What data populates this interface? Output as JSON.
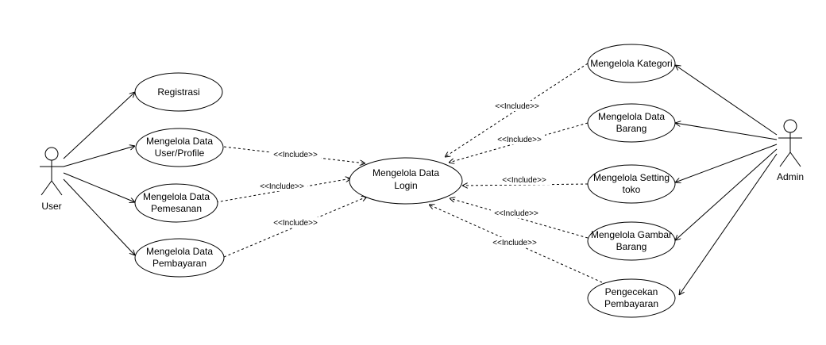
{
  "actors": {
    "user": {
      "label": "User"
    },
    "admin": {
      "label": "Admin"
    }
  },
  "use_cases": {
    "registrasi": [
      "Registrasi"
    ],
    "user_profile": [
      "Mengelola Data",
      "User/Profile"
    ],
    "pemesanan": [
      "Mengelola Data",
      "Pemesanan"
    ],
    "pembayaran": [
      "Mengelola Data",
      "Pembayaran"
    ],
    "login": [
      "Mengelola Data",
      "Login"
    ],
    "kategori": [
      "Mengelola Kategori"
    ],
    "barang": [
      "Mengelola Data",
      "Barang"
    ],
    "setting": [
      "Mengelola Setting",
      "toko"
    ],
    "gambar": [
      "Mengelola Gambar",
      "Barang"
    ],
    "pengecekan": [
      "Pengecekan",
      "Pembayaran"
    ]
  },
  "include_label": "<<Include>>"
}
